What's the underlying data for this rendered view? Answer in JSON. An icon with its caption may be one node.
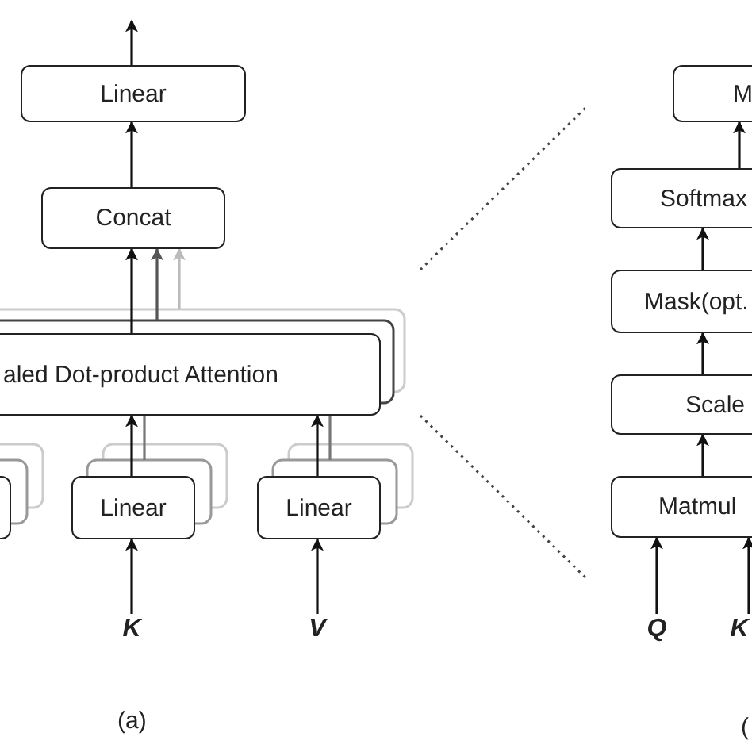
{
  "diagram": {
    "nodes": [
      {
        "text": [
          "Linear"
        ]
      },
      {
        "text": [
          "M"
        ]
      },
      {
        "text": [
          "Softmax"
        ]
      },
      {
        "text": [
          "Concat"
        ]
      },
      {
        "text": [
          "Mask(opt."
        ]
      },
      {
        "text": [
          "aled Dot-product Attention"
        ]
      },
      {
        "text": [
          "Scale"
        ]
      },
      {
        "text": [],
        "shape": "box"
      },
      {
        "text": [
          "Linear"
        ]
      },
      {
        "text": [
          "Linear"
        ]
      },
      {
        "text": [
          "Matmul"
        ]
      },
      {
        "text": [
          "K"
        ]
      },
      {
        "text": [
          "V"
        ]
      },
      {
        "text": [
          "Q"
        ]
      },
      {
        "text": [
          "K"
        ]
      }
    ],
    "edges": [
      {
        "from": 0,
        "to": null,
        "arrow": "to"
      },
      {
        "from": 3,
        "to": 0,
        "arrow": "to"
      },
      {
        "from": 5,
        "to": 3,
        "arrow": "to"
      },
      {
        "from": 5,
        "to": 3,
        "arrow": "to",
        "color": "#555555"
      },
      {
        "from": 5,
        "to": 3,
        "arrow": "to",
        "color": "#bbbbbb"
      },
      {
        "from": 8,
        "to": 5,
        "arrow": "to"
      },
      {
        "from": 8,
        "to": 5,
        "arrow": "none",
        "color": "#777777"
      },
      {
        "from": 9,
        "to": 5,
        "arrow": "to"
      },
      {
        "from": 9,
        "to": 5,
        "arrow": "none",
        "color": "#777777"
      },
      {
        "from": 11,
        "to": 8,
        "arrow": "to"
      },
      {
        "from": 12,
        "to": 9,
        "arrow": "to"
      },
      {
        "from": 2,
        "to": 1,
        "arrow": "to"
      },
      {
        "from": 4,
        "to": 2,
        "arrow": "to"
      },
      {
        "from": 6,
        "to": 4,
        "arrow": "to"
      },
      {
        "from": 10,
        "to": 6,
        "arrow": "to"
      },
      {
        "from": 13,
        "to": 10,
        "arrow": "to"
      },
      {
        "from": 14,
        "to": 10,
        "arrow": "to"
      }
    ],
    "labels": [
      "(a)",
      "("
    ]
  }
}
